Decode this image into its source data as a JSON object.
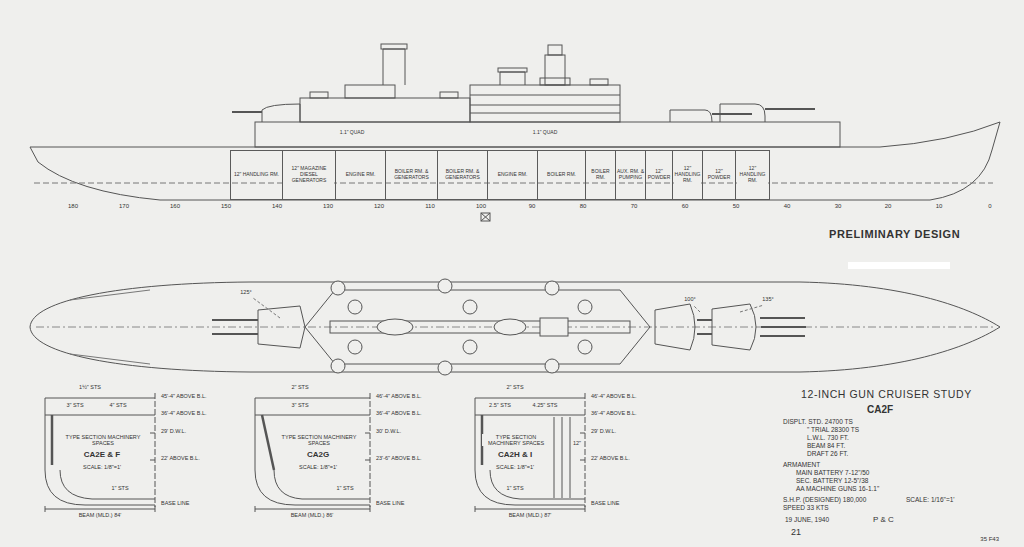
{
  "diagram": {
    "title": "12-INCH GUN CRUISER STUDY",
    "nodes": [
      {
        "text": [
          "12\" HANDLING RM."
        ]
      },
      {
        "text": [
          "12\" MAGAZINE",
          "DIESEL GENERATORS"
        ]
      },
      {
        "text": [
          "ENGINE RM."
        ]
      },
      {
        "text": [
          "BOILER RM. & GENERATORS"
        ]
      },
      {
        "text": [
          "BOILER RM. & GENERATORS"
        ]
      },
      {
        "text": [
          "ENGINE RM."
        ]
      },
      {
        "text": [
          "BOILER RM."
        ]
      },
      {
        "text": [
          "BOILER RM."
        ]
      },
      {
        "text": [
          "AUX. RM. & PUMPING"
        ]
      },
      {
        "text": [
          "12\" POWDER"
        ]
      },
      {
        "text": [
          "12\" HANDLING RM."
        ]
      },
      {
        "text": [
          "12\" POWDER"
        ]
      },
      {
        "text": [
          "12\" HANDLING RM."
        ]
      }
    ],
    "labels": [
      "1.1\" QUAD",
      "1.1\" QUAD",
      "180",
      "170",
      "160",
      "150",
      "140",
      "130",
      "120",
      "110",
      "100",
      "90",
      "80",
      "70",
      "60",
      "50",
      "40",
      "30",
      "20",
      "10",
      "0",
      "PRELIMINARY DESIGN",
      "125°",
      "100°",
      "135°",
      "1½\" STS",
      "45'-4\" ABOVE B.L.",
      "3\" STS",
      "4\" STS",
      "36'-4\" ABOVE B.L.",
      "29' D.W.L.",
      "22' ABOVE B.L.",
      "TYPE SECTION MACHINERY SPACES",
      "CA2E & F",
      "SCALE: 1/8\"=1'",
      "1\" STS",
      "BASE LINE",
      "BEAM (MLD.) 84'",
      "2\" STS",
      "46'-4\" ABOVE B.L.",
      "3\" STS",
      "36'-4\" ABOVE B.L.",
      "30' D.W.L.",
      "23'-6\" ABOVE B.L.",
      "TYPE SECTION MACHINERY SPACES",
      "CA2G",
      "SCALE: 1/8\"=1'",
      "1\" STS",
      "BASE LINE",
      "BEAM (MLD.) 86'",
      "2\" STS",
      "46'-4\" ABOVE B.L.",
      "2.5\" STS",
      "4.25\" STS",
      "36'-4\" ABOVE B.L.",
      "29' D.W.L.",
      "22' ABOVE B.L.",
      "TYPE SECTION MACHINERY SPACES",
      "CA2H & I",
      "SCALE: 1/8\"=1'",
      "12\"",
      "1\" STS",
      "BASE LINE",
      "BEAM (MLD.) 87'",
      "CA2F",
      "DISPLT. STD. 24700 TS",
      "\" TRIAL 28300 TS",
      "L.W.L. 730 FT.",
      "BEAM 84 FT.",
      "DRAFT 26 FT.",
      "ARMAMENT",
      "MAIN BATTERY 7-12\"/50",
      "SEC. BATTERY 12-5\"/38",
      "AA MACHINE GUNS 16-1.1\"",
      "S.H.P. (DESIGNED) 180,000",
      "SPEED 33 KTS",
      "SCALE: 1/16\"=1'",
      "19 JUNE, 1940",
      "P & C",
      "21",
      "35 F43"
    ]
  }
}
